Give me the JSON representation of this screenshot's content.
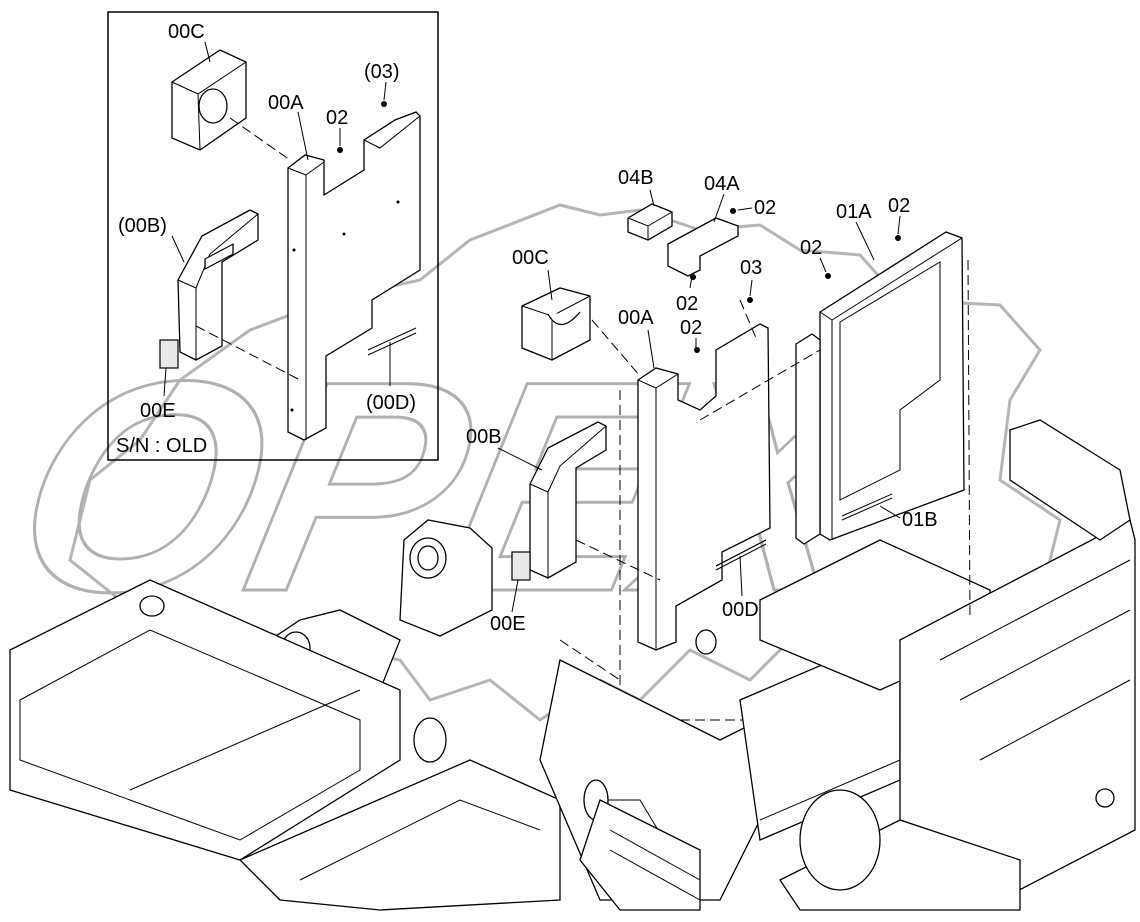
{
  "inset": {
    "serial_note": "S/N : OLD",
    "callouts": [
      "00C",
      "(03)",
      "00A",
      "02",
      "(00B)",
      "00E",
      "(00D)"
    ]
  },
  "main_callouts": [
    "04B",
    "04A",
    "02",
    "01A",
    "02",
    "00C",
    "03",
    "02",
    "02",
    "00A",
    "02",
    "00B",
    "01B",
    "00E",
    "00D"
  ],
  "watermark": "OPEX"
}
